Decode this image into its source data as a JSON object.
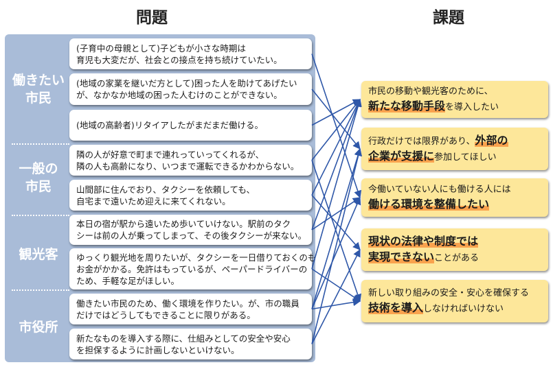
{
  "headers": {
    "left": "問題",
    "right": "課題"
  },
  "groups": [
    {
      "line1": "働きたい",
      "line2": "市民"
    },
    {
      "line1": "一般の",
      "line2": "市民"
    },
    {
      "line1": "観光客"
    },
    {
      "line1": "市役所"
    }
  ],
  "problems": [
    {
      "l1": "(子育中の母親として)子どもが小さな時期は",
      "l2": "育児も大変だが、社会との接点を持ち続けていたい。"
    },
    {
      "l1": "(地域の家業を継いだ方として)困った人を助けてあげたい",
      "l2": "が、なかなか地域の困った人むけのことができない。"
    },
    {
      "l1": "(地域の高齢者)リタイアしたがまだまだ働ける。"
    },
    {
      "l1": "隣の人が好意で町まで連れっていってくれるが、",
      "l2": "隣の人も高齢になり、いつまで運転できるかわからない。"
    },
    {
      "l1": "山間部に住んでおり、タクシーを依頼しても、",
      "l2": "自宅まで遠いため迎えに来てくれない。"
    },
    {
      "l1": "本日の宿が駅から遠いため歩いていけない。駅前のタク",
      "l2": "シーは前の人が乗ってしまって、その後タクシーが来ない。"
    },
    {
      "l1": "ゆっくり観光地を周りたいが、タクシーを一日借りておくのも",
      "l2": "お金がかかる。免許はもっているが、ペーパードライバーの",
      "l3": "ため、手軽な足がほしい。"
    },
    {
      "l1": "働きたい市民のため、働く環境を作りたい。が、市の職員",
      "l2": "だけではどうしてもできることに限りがある。"
    },
    {
      "l1": "新たなものを導入する際に、仕組みとしての安全や安心",
      "l2": "を担保するように計画しないといけない。"
    }
  ],
  "tasks": [
    {
      "line1": {
        "plain": "市民の移動や観光客のために、"
      },
      "line2": {
        "em": "新たな移動手段",
        "plain": "を導入したい"
      }
    },
    {
      "line1": {
        "plain": "行政だけでは限界があり、",
        "em": "外部の"
      },
      "line2": {
        "em": "企業が支援に",
        "plain": "参加してほしい"
      }
    },
    {
      "line1": {
        "plain": "今働いていない人にも働ける人には"
      },
      "line2": {
        "em": "働ける環境を整備したい"
      }
    },
    {
      "line1": {
        "em": "現状の法律や制度では"
      },
      "line2": {
        "em": "実現できない",
        "plain": "ことがある"
      }
    },
    {
      "line1": {
        "plain": "新しい取り組みの安全・安心を確保する"
      },
      "line2": {
        "em": "技術を導入",
        "plain": "しなければいけない"
      }
    }
  ],
  "colors": {
    "panel": "#a9bcd8",
    "task_box": "#fde79a",
    "highlight": "#f9a24e",
    "arrow": "#2e57a8"
  },
  "connections": [
    [
      0,
      2
    ],
    [
      1,
      1
    ],
    [
      2,
      0
    ],
    [
      3,
      4
    ],
    [
      3,
      0
    ],
    [
      4,
      3
    ],
    [
      4,
      0
    ],
    [
      5,
      2
    ],
    [
      5,
      0
    ],
    [
      6,
      4
    ],
    [
      6,
      0
    ],
    [
      7,
      4
    ],
    [
      7,
      1
    ],
    [
      7,
      2
    ],
    [
      8,
      3
    ],
    [
      8,
      1
    ]
  ]
}
